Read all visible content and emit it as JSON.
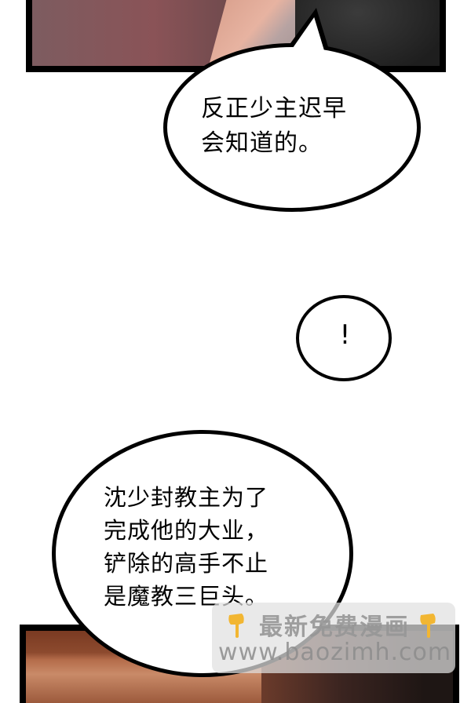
{
  "panels": {
    "top": {
      "description": "Comic panel showing characters in a reddish room"
    },
    "bottom": {
      "description": "Comic panel showing a brown interior scene"
    }
  },
  "bubbles": [
    {
      "id": "bubble-1",
      "text": "反正少主迟早\n会知道的。"
    },
    {
      "id": "bubble-2",
      "text": "!"
    },
    {
      "id": "bubble-3",
      "text": "沈少封教主为了\n完成他的大业，\n铲除的高手不止\n是魔教三巨头。"
    }
  ],
  "watermark": {
    "line1": "最新免费漫画",
    "line2": "www.baozimh.com",
    "icon_left": "pointing-down-hand-icon",
    "icon_right": "pointing-down-hand-icon",
    "icon_color": "#f2b632"
  },
  "colors": {
    "background": "#ffffff",
    "border": "#000000",
    "text": "#000000"
  }
}
